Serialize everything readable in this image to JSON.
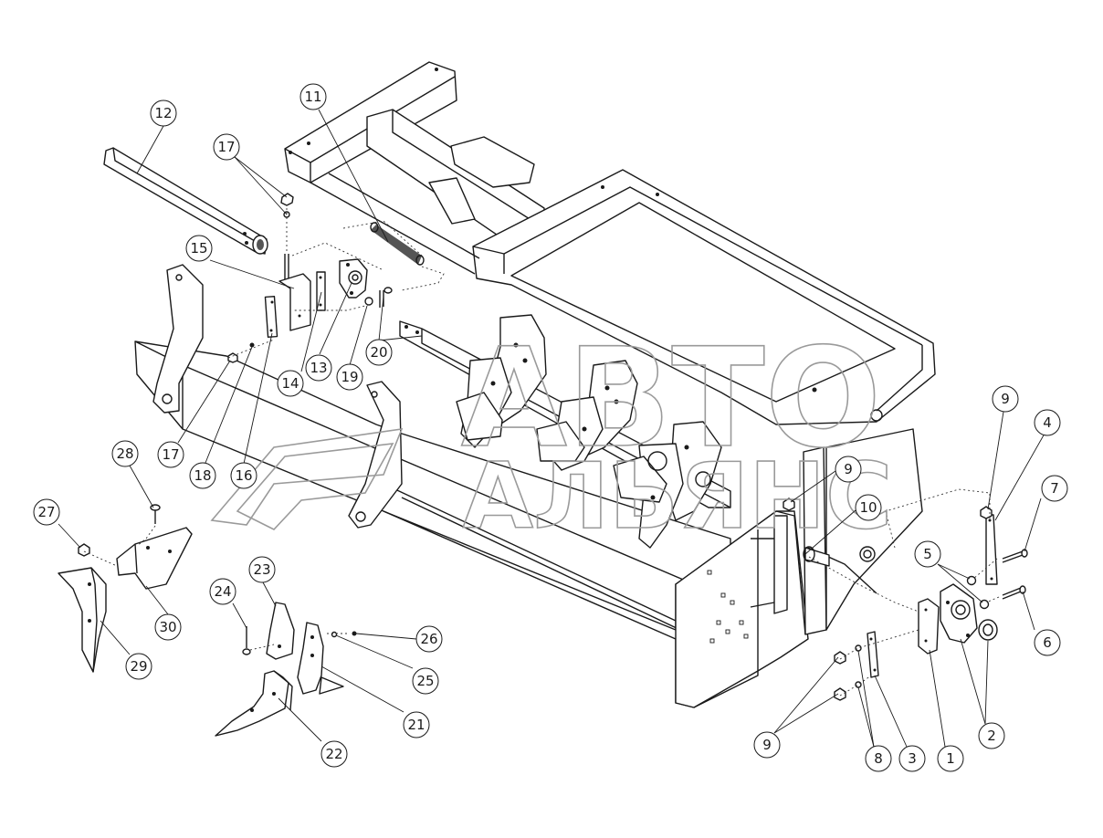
{
  "watermark": {
    "line1": "АВТО",
    "line2": "АЛЬЯНС",
    "stroke_color": "#9a9a9a"
  },
  "callouts": [
    {
      "id": "c12",
      "label": "12"
    },
    {
      "id": "c11",
      "label": "11"
    },
    {
      "id": "c17a",
      "label": "17"
    },
    {
      "id": "c15",
      "label": "15"
    },
    {
      "id": "c14",
      "label": "14"
    },
    {
      "id": "c13",
      "label": "13"
    },
    {
      "id": "c19",
      "label": "19"
    },
    {
      "id": "c20",
      "label": "20"
    },
    {
      "id": "c17b",
      "label": "17"
    },
    {
      "id": "c18",
      "label": "18"
    },
    {
      "id": "c16",
      "label": "16"
    },
    {
      "id": "c28",
      "label": "28"
    },
    {
      "id": "c27",
      "label": "27"
    },
    {
      "id": "c30",
      "label": "30"
    },
    {
      "id": "c29",
      "label": "29"
    },
    {
      "id": "c23",
      "label": "23"
    },
    {
      "id": "c24",
      "label": "24"
    },
    {
      "id": "c26",
      "label": "26"
    },
    {
      "id": "c25",
      "label": "25"
    },
    {
      "id": "c21",
      "label": "21"
    },
    {
      "id": "c22",
      "label": "22"
    },
    {
      "id": "c9a",
      "label": "9"
    },
    {
      "id": "c10",
      "label": "10"
    },
    {
      "id": "c9b",
      "label": "9"
    },
    {
      "id": "c4",
      "label": "4"
    },
    {
      "id": "c7",
      "label": "7"
    },
    {
      "id": "c5",
      "label": "5"
    },
    {
      "id": "c6",
      "label": "6"
    },
    {
      "id": "c2",
      "label": "2"
    },
    {
      "id": "c1",
      "label": "1"
    },
    {
      "id": "c3",
      "label": "3"
    },
    {
      "id": "c8",
      "label": "8"
    },
    {
      "id": "c9c",
      "label": "9"
    }
  ]
}
